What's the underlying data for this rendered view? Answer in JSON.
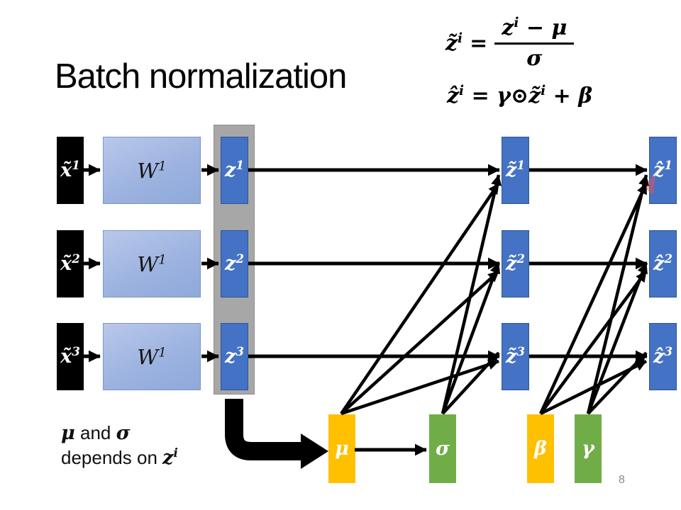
{
  "slide": {
    "title": "Batch normalization",
    "page_number": "8"
  },
  "colors": {
    "node_blue": "#4472C4",
    "node_blue_border": "#2F5597",
    "weight_box_light": "#B9C8EA",
    "weight_box_dark": "#8FA9DA",
    "gray_panel": "#A7A7A7",
    "input_black": "#000000",
    "mu_beta_orange": "#FFC000",
    "sigma_gamma_green": "#70AD47",
    "laser_mark_red": "#FF4D4D"
  },
  "formulas": {
    "line1": {
      "lhs": "z̃",
      "lhs_sup": "i",
      "eq": "=",
      "num": "z",
      "num_sup": "i",
      "num_tail": " − μ",
      "den": "σ"
    },
    "line2": {
      "p1": "ẑ",
      "p1_sup": "i",
      "p2": " = γ⊙",
      "p3": "z̃",
      "p3_sup": "i",
      "p4": " + β"
    }
  },
  "rows": [
    {
      "input": "x̃",
      "input_sup": "1",
      "weight": "W",
      "weight_sup": "1",
      "z": "z",
      "z_sup": "1",
      "zt": "z̃",
      "zt_sup": "1",
      "zh": "ẑ",
      "zh_sup": "1"
    },
    {
      "input": "x̃",
      "input_sup": "2",
      "weight": "W",
      "weight_sup": "1",
      "z": "z",
      "z_sup": "2",
      "zt": "z̃",
      "zt_sup": "2",
      "zh": "ẑ",
      "zh_sup": "2"
    },
    {
      "input": "x̃",
      "input_sup": "3",
      "weight": "W",
      "weight_sup": "1",
      "z": "z",
      "z_sup": "3",
      "zt": "z̃",
      "zt_sup": "3",
      "zh": "ẑ",
      "zh_sup": "3"
    }
  ],
  "params": {
    "mu": "μ",
    "sigma": "σ",
    "beta": "β",
    "gamma": "γ"
  },
  "note": {
    "mu": "μ",
    "and": " and ",
    "sigma": "σ",
    "line2_text": "depends on ",
    "z": "z",
    "z_sup": "i"
  }
}
